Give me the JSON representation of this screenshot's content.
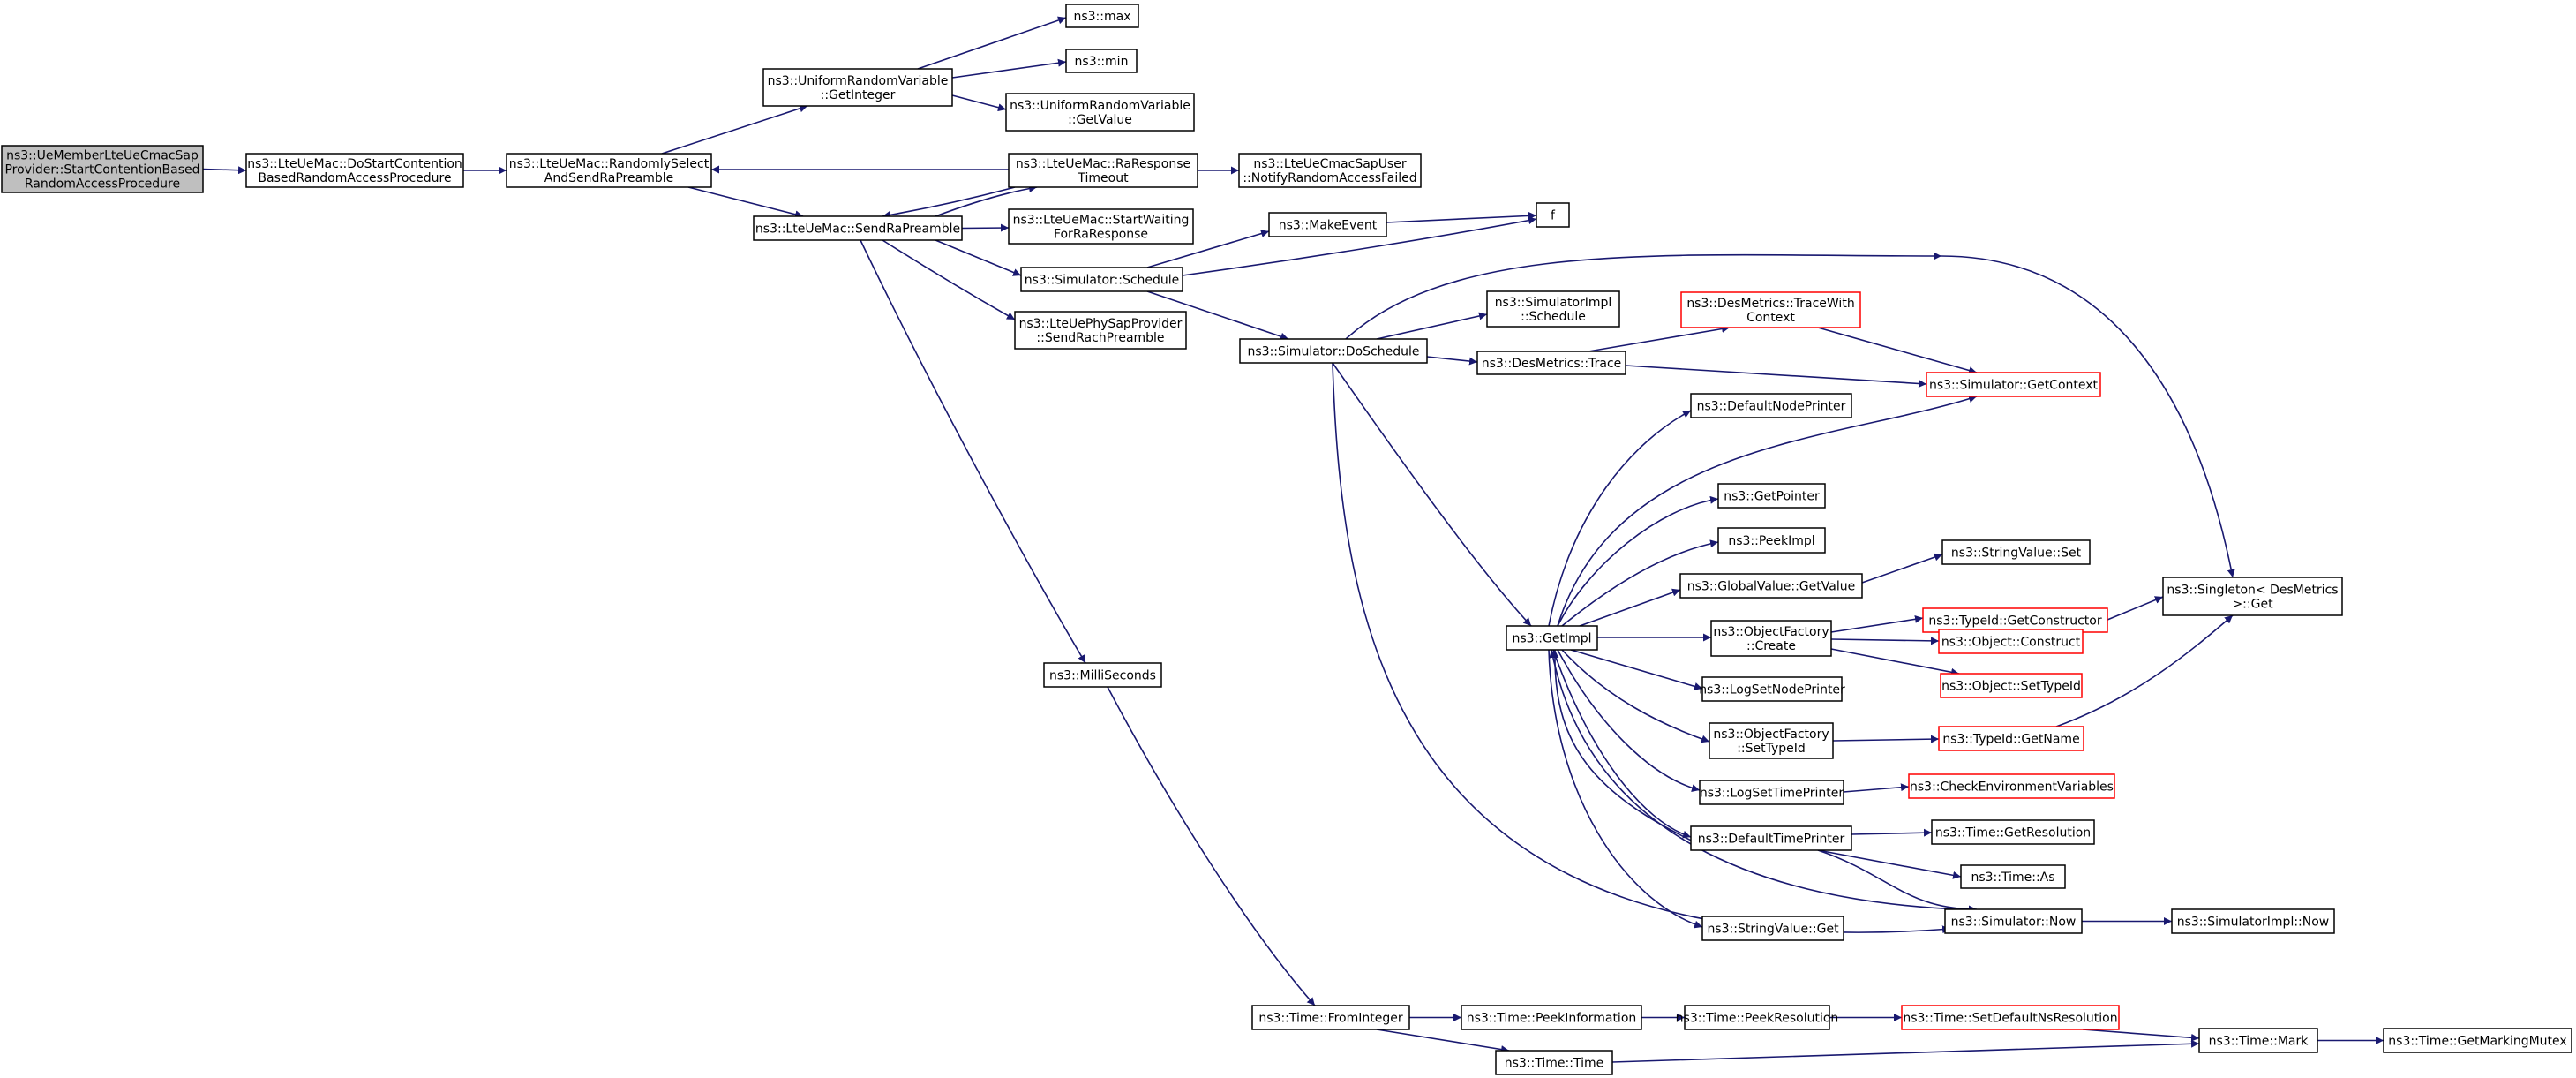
{
  "graph": {
    "colors": {
      "edge": "#191970",
      "root_fill": "#bfbfbf",
      "truncated_border": "#ff0000",
      "node_border": "#000000"
    },
    "nodes": [
      {
        "id": "root",
        "lines": [
          "ns3::UeMemberLteUeCmacSap",
          "Provider::StartContentionBased",
          "RandomAccessProcedure"
        ],
        "style": "root"
      },
      {
        "id": "doStart",
        "lines": [
          "ns3::LteUeMac::DoStartContention",
          "BasedRandomAccessProcedure"
        ]
      },
      {
        "id": "randSel",
        "lines": [
          "ns3::LteUeMac::RandomlySelect",
          "AndSendRaPreamble"
        ]
      },
      {
        "id": "getInt",
        "lines": [
          "ns3::UniformRandomVariable",
          "::GetInteger"
        ]
      },
      {
        "id": "max",
        "lines": [
          "ns3::max"
        ]
      },
      {
        "id": "min",
        "lines": [
          "ns3::min"
        ]
      },
      {
        "id": "getValue",
        "lines": [
          "ns3::UniformRandomVariable",
          "::GetValue"
        ]
      },
      {
        "id": "raResp",
        "lines": [
          "ns3::LteUeMac::RaResponse",
          "Timeout"
        ]
      },
      {
        "id": "notify",
        "lines": [
          "ns3::LteUeCmacSapUser",
          "::NotifyRandomAccessFailed"
        ]
      },
      {
        "id": "sendRa",
        "lines": [
          "ns3::LteUeMac::SendRaPreamble"
        ]
      },
      {
        "id": "startWait",
        "lines": [
          "ns3::LteUeMac::StartWaiting",
          "ForRaResponse"
        ]
      },
      {
        "id": "schedule",
        "lines": [
          "ns3::Simulator::Schedule"
        ]
      },
      {
        "id": "phy",
        "lines": [
          "ns3::LteUePhySapProvider",
          "::SendRachPreamble"
        ]
      },
      {
        "id": "makeEvent",
        "lines": [
          "ns3::MakeEvent"
        ]
      },
      {
        "id": "f",
        "lines": [
          "f"
        ]
      },
      {
        "id": "doSched",
        "lines": [
          "ns3::Simulator::DoSchedule"
        ]
      },
      {
        "id": "simImplSched",
        "lines": [
          "ns3::SimulatorImpl",
          "::Schedule"
        ]
      },
      {
        "id": "dmTraceCtx",
        "lines": [
          "ns3::DesMetrics::TraceWith",
          "Context"
        ],
        "style": "trunc"
      },
      {
        "id": "dmTrace",
        "lines": [
          "ns3::DesMetrics::Trace"
        ]
      },
      {
        "id": "getContext",
        "lines": [
          "ns3::Simulator::GetContext"
        ],
        "style": "trunc"
      },
      {
        "id": "defNodePr",
        "lines": [
          "ns3::DefaultNodePrinter"
        ]
      },
      {
        "id": "getPointer",
        "lines": [
          "ns3::GetPointer"
        ]
      },
      {
        "id": "peekImpl",
        "lines": [
          "ns3::PeekImpl"
        ]
      },
      {
        "id": "strValSet",
        "lines": [
          "ns3::StringValue::Set"
        ]
      },
      {
        "id": "gvGetValue",
        "lines": [
          "ns3::GlobalValue::GetValue"
        ]
      },
      {
        "id": "getCtor",
        "lines": [
          "ns3::TypeId::GetConstructor"
        ],
        "style": "trunc"
      },
      {
        "id": "singleton",
        "lines": [
          "ns3::Singleton< DesMetrics",
          "  >::Get"
        ]
      },
      {
        "id": "getImpl",
        "lines": [
          "ns3::GetImpl"
        ]
      },
      {
        "id": "ofCreate",
        "lines": [
          "ns3::ObjectFactory",
          "::Create"
        ]
      },
      {
        "id": "objConstruct",
        "lines": [
          "ns3::Object::Construct"
        ],
        "style": "trunc"
      },
      {
        "id": "objSetTypeId",
        "lines": [
          "ns3::Object::SetTypeId"
        ],
        "style": "trunc"
      },
      {
        "id": "logSetNode",
        "lines": [
          "ns3::LogSetNodePrinter"
        ]
      },
      {
        "id": "ofSetTypeId",
        "lines": [
          "ns3::ObjectFactory",
          "::SetTypeId"
        ]
      },
      {
        "id": "getName",
        "lines": [
          "ns3::TypeId::GetName"
        ],
        "style": "trunc"
      },
      {
        "id": "logSetTime",
        "lines": [
          "ns3::LogSetTimePrinter"
        ]
      },
      {
        "id": "checkEnv",
        "lines": [
          "ns3::CheckEnvironmentVariables"
        ],
        "style": "trunc"
      },
      {
        "id": "defTimePr",
        "lines": [
          "ns3::DefaultTimePrinter"
        ]
      },
      {
        "id": "getRes",
        "lines": [
          "ns3::Time::GetResolution"
        ]
      },
      {
        "id": "timeAs",
        "lines": [
          "ns3::Time::As"
        ]
      },
      {
        "id": "simNow",
        "lines": [
          "ns3::Simulator::Now"
        ]
      },
      {
        "id": "simImplNow",
        "lines": [
          "ns3::SimulatorImpl::Now"
        ]
      },
      {
        "id": "strValGet",
        "lines": [
          "ns3::StringValue::Get"
        ]
      },
      {
        "id": "milli",
        "lines": [
          "ns3::MilliSeconds"
        ]
      },
      {
        "id": "fromInt",
        "lines": [
          "ns3::Time::FromInteger"
        ]
      },
      {
        "id": "peekInfo",
        "lines": [
          "ns3::Time::PeekInformation"
        ]
      },
      {
        "id": "peekRes",
        "lines": [
          "ns3::Time::PeekResolution"
        ]
      },
      {
        "id": "setDefRes",
        "lines": [
          "ns3::Time::SetDefaultNsResolution"
        ],
        "style": "trunc"
      },
      {
        "id": "timeMark",
        "lines": [
          "ns3::Time::Mark"
        ]
      },
      {
        "id": "getMutex",
        "lines": [
          "ns3::Time::GetMarkingMutex"
        ]
      },
      {
        "id": "timeTime",
        "lines": [
          "ns3::Time::Time"
        ]
      }
    ]
  }
}
